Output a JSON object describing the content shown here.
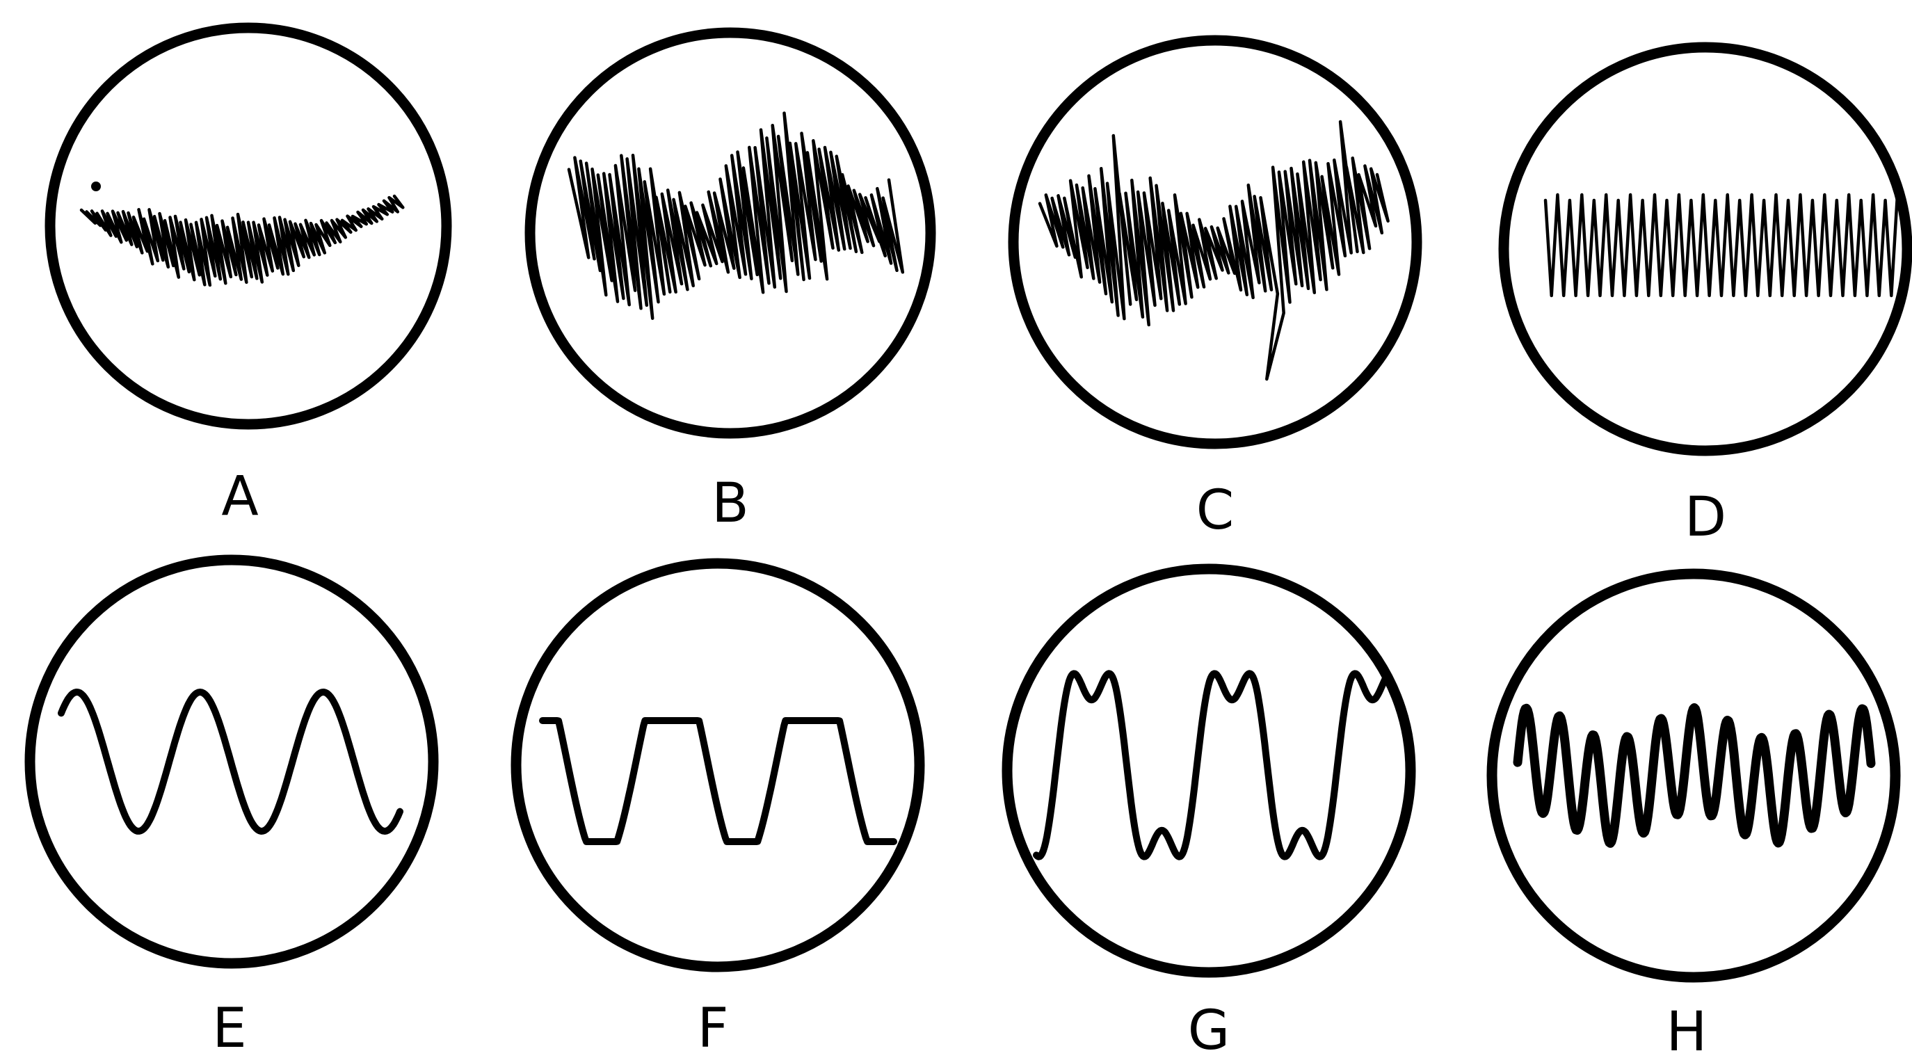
{
  "panels": [
    {
      "id": "A",
      "label": "A",
      "trace_style": "dense-scribble-sagging"
    },
    {
      "id": "B",
      "label": "B",
      "trace_style": "dense-scribble-wavy"
    },
    {
      "id": "C",
      "label": "C",
      "trace_style": "dense-scribble-spiked"
    },
    {
      "id": "D",
      "label": "D",
      "trace_style": "uniform-sawtooth"
    },
    {
      "id": "E",
      "label": "E",
      "trace_style": "sine-wave"
    },
    {
      "id": "F",
      "label": "F",
      "trace_style": "flat-topped-wave"
    },
    {
      "id": "G",
      "label": "G",
      "trace_style": "notched-wave"
    },
    {
      "id": "H",
      "label": "H",
      "trace_style": "ripple-wave"
    }
  ],
  "colors": {
    "ink": "#000000",
    "paper": "#ffffff"
  }
}
